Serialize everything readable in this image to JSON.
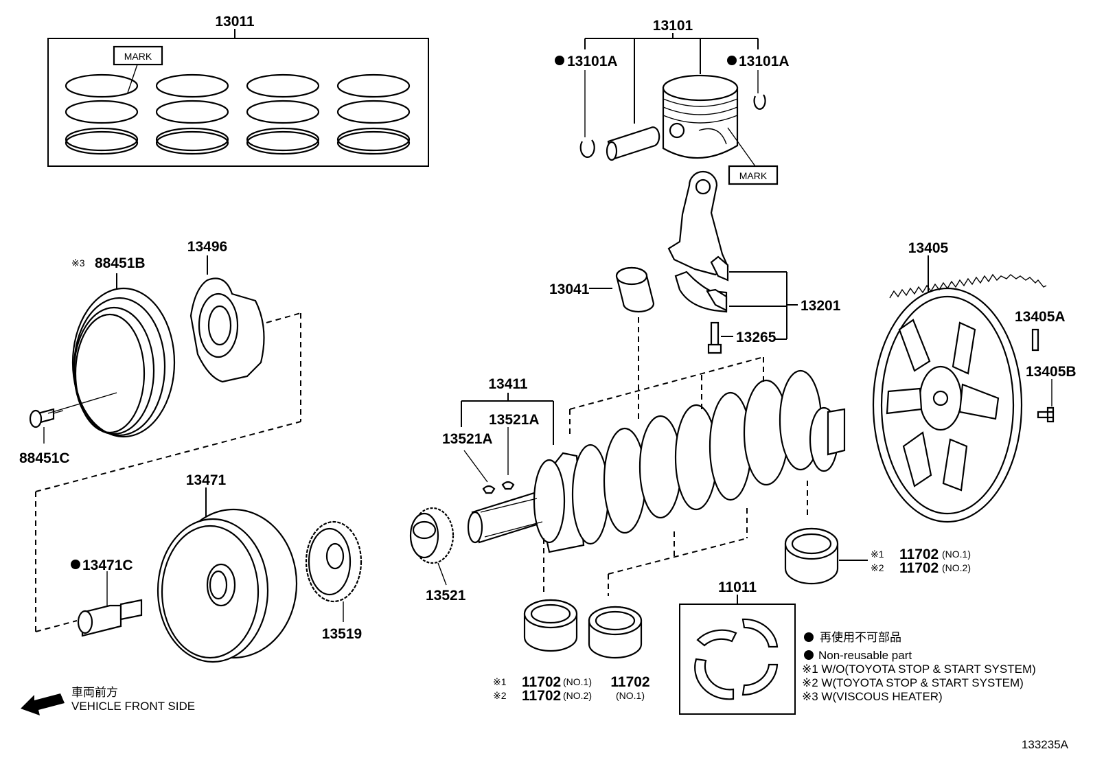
{
  "diagram_id": "133235A",
  "labels": {
    "p13011": "13011",
    "p13101": "13101",
    "p13101A_left": "13101A",
    "p13101A_right": "13101A",
    "mark_rings": "MARK",
    "mark_piston": "MARK",
    "p13041": "13041",
    "p13201": "13201",
    "p13265": "13265",
    "p13405": "13405",
    "p13405A": "13405A",
    "p13405B": "13405B",
    "p88451B": "88451B",
    "p88451B_note": "※3",
    "p13496": "13496",
    "p88451C": "88451C",
    "p13411": "13411",
    "p13521A_upper": "13521A",
    "p13521A_lower": "13521A",
    "p13471": "13471",
    "p13471C": "13471C",
    "p13519": "13519",
    "p13521": "13521",
    "p11011": "11011",
    "bearing_right_note1": "※1",
    "bearing_right_num1": "11702",
    "bearing_right_sub1": "(NO.1)",
    "bearing_right_note2": "※2",
    "bearing_right_num2": "11702",
    "bearing_right_sub2": "(NO.2)",
    "bearing_bl_note1": "※1",
    "bearing_bl_num1": "11702",
    "bearing_bl_sub1": "(NO.1)",
    "bearing_bl_note2": "※2",
    "bearing_bl_num2": "11702",
    "bearing_bl_sub2": "(NO.2)",
    "bearing_bc_num": "11702",
    "bearing_bc_sub": "(NO.1)"
  },
  "legend": {
    "non_reusable_jp": "再使用不可部品",
    "non_reusable_en": "Non-reusable part",
    "note1": "※1 W/O(TOYOTA STOP & START SYSTEM)",
    "note2": "※2 W(TOYOTA STOP & START SYSTEM)",
    "note3": "※3 W(VISCOUS HEATER)"
  },
  "front": {
    "jp": "車両前方",
    "en": "VEHICLE FRONT SIDE"
  }
}
